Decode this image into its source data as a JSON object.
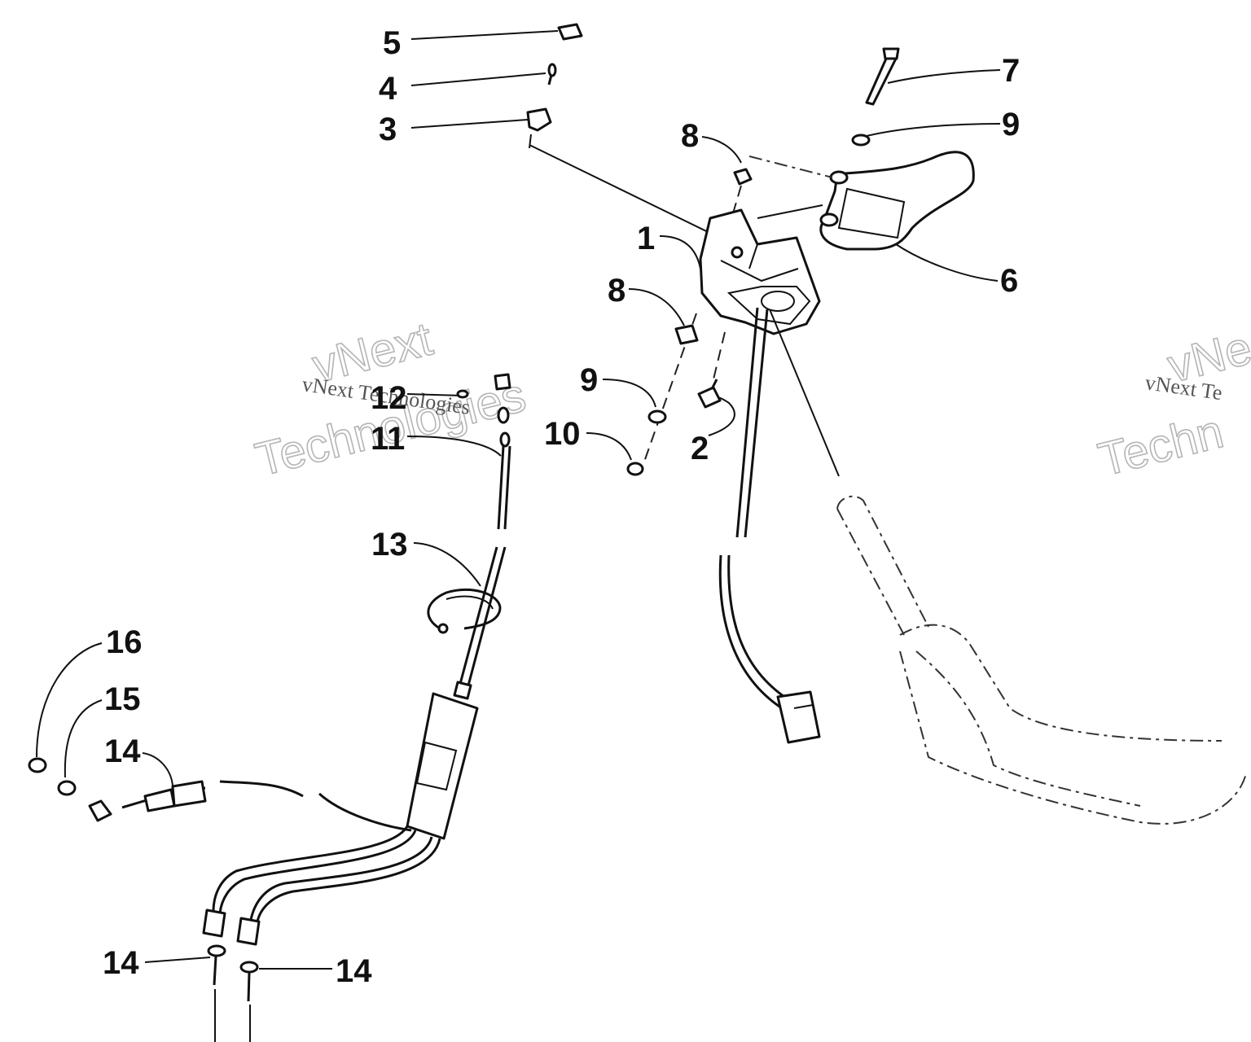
{
  "diagram": {
    "callouts": [
      {
        "id": "c5",
        "label": "5"
      },
      {
        "id": "c4",
        "label": "4"
      },
      {
        "id": "c3",
        "label": "3"
      },
      {
        "id": "c7",
        "label": "7"
      },
      {
        "id": "c9a",
        "label": "9"
      },
      {
        "id": "c8a",
        "label": "8"
      },
      {
        "id": "c1",
        "label": "1"
      },
      {
        "id": "c6",
        "label": "6"
      },
      {
        "id": "c8b",
        "label": "8"
      },
      {
        "id": "c9b",
        "label": "9"
      },
      {
        "id": "c12",
        "label": "12"
      },
      {
        "id": "c11",
        "label": "11"
      },
      {
        "id": "c10",
        "label": "10"
      },
      {
        "id": "c2",
        "label": "2"
      },
      {
        "id": "c13",
        "label": "13"
      },
      {
        "id": "c16",
        "label": "16"
      },
      {
        "id": "c15",
        "label": "15"
      },
      {
        "id": "c14a",
        "label": "14"
      },
      {
        "id": "c14b",
        "label": "14"
      },
      {
        "id": "c14c",
        "label": "14"
      }
    ]
  },
  "watermark": {
    "line1": "vNext",
    "line2": "Technologies",
    "small": "vNext Technologies",
    "right_line1": "vNe",
    "right_line2": "Techn",
    "right_small": "vNext Te"
  }
}
